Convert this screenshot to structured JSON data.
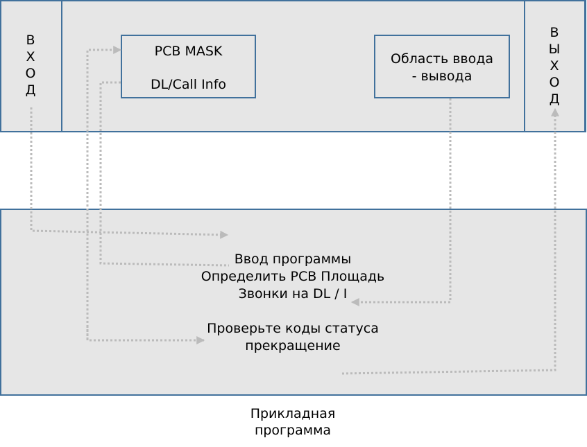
{
  "top_panel": {
    "input_label": [
      "В",
      "Х",
      "О",
      "Д"
    ],
    "output_label": [
      "В",
      "Ы",
      "Х",
      "О",
      "Д"
    ],
    "pcb_box": {
      "line1": "PCB MASK",
      "line2": "DL/Call Info"
    },
    "io_box": {
      "line1": "Область ввода",
      "line2": "- вывода"
    }
  },
  "program_panel": {
    "lines": [
      "Ввод программы",
      "Определить PCB Площадь",
      "Звонки на DL / I"
    ],
    "status_lines": [
      "Проверьте коды статуса",
      "прекращение"
    ]
  },
  "caption": {
    "line1": "Прикладная",
    "line2": "программа"
  },
  "colors": {
    "border": "#41719c",
    "fill": "#e6e6e6",
    "connector": "#bbbbbb"
  }
}
